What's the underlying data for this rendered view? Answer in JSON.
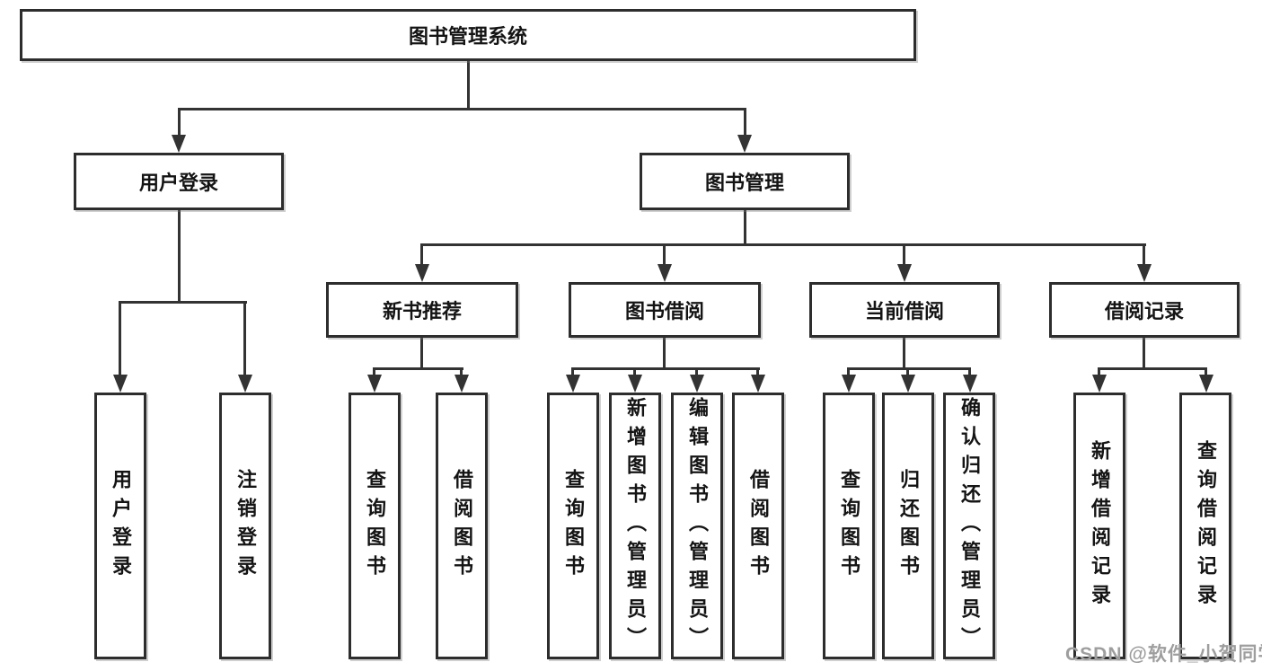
{
  "diagram_title": "图书管理系统",
  "tree": {
    "root": "图书管理系统",
    "branches": [
      {
        "label": "用户登录",
        "children": [
          "用户登录",
          "注销登录"
        ]
      },
      {
        "label": "图书管理",
        "children": [
          {
            "label": "新书推荐",
            "children": [
              "查询图书",
              "借阅图书"
            ]
          },
          {
            "label": "图书借阅",
            "children": [
              "查询图书",
              "新增图书（管理员）",
              "编辑图书（管理员）",
              "借阅图书"
            ]
          },
          {
            "label": "当前借阅",
            "children": [
              "查询图书",
              "归还图书",
              "确认归还（管理员）"
            ]
          },
          {
            "label": "借阅记录",
            "children": [
              "新增借阅记录",
              "查询借阅记录"
            ]
          }
        ]
      }
    ]
  },
  "watermark": {
    "text": "CSDN @软件_小贺同学",
    "color": "#9e9e9e"
  },
  "colors": {
    "background": "#ffffff",
    "line": "#333333",
    "box_border": "#2d2d2d",
    "text": "#141414"
  }
}
